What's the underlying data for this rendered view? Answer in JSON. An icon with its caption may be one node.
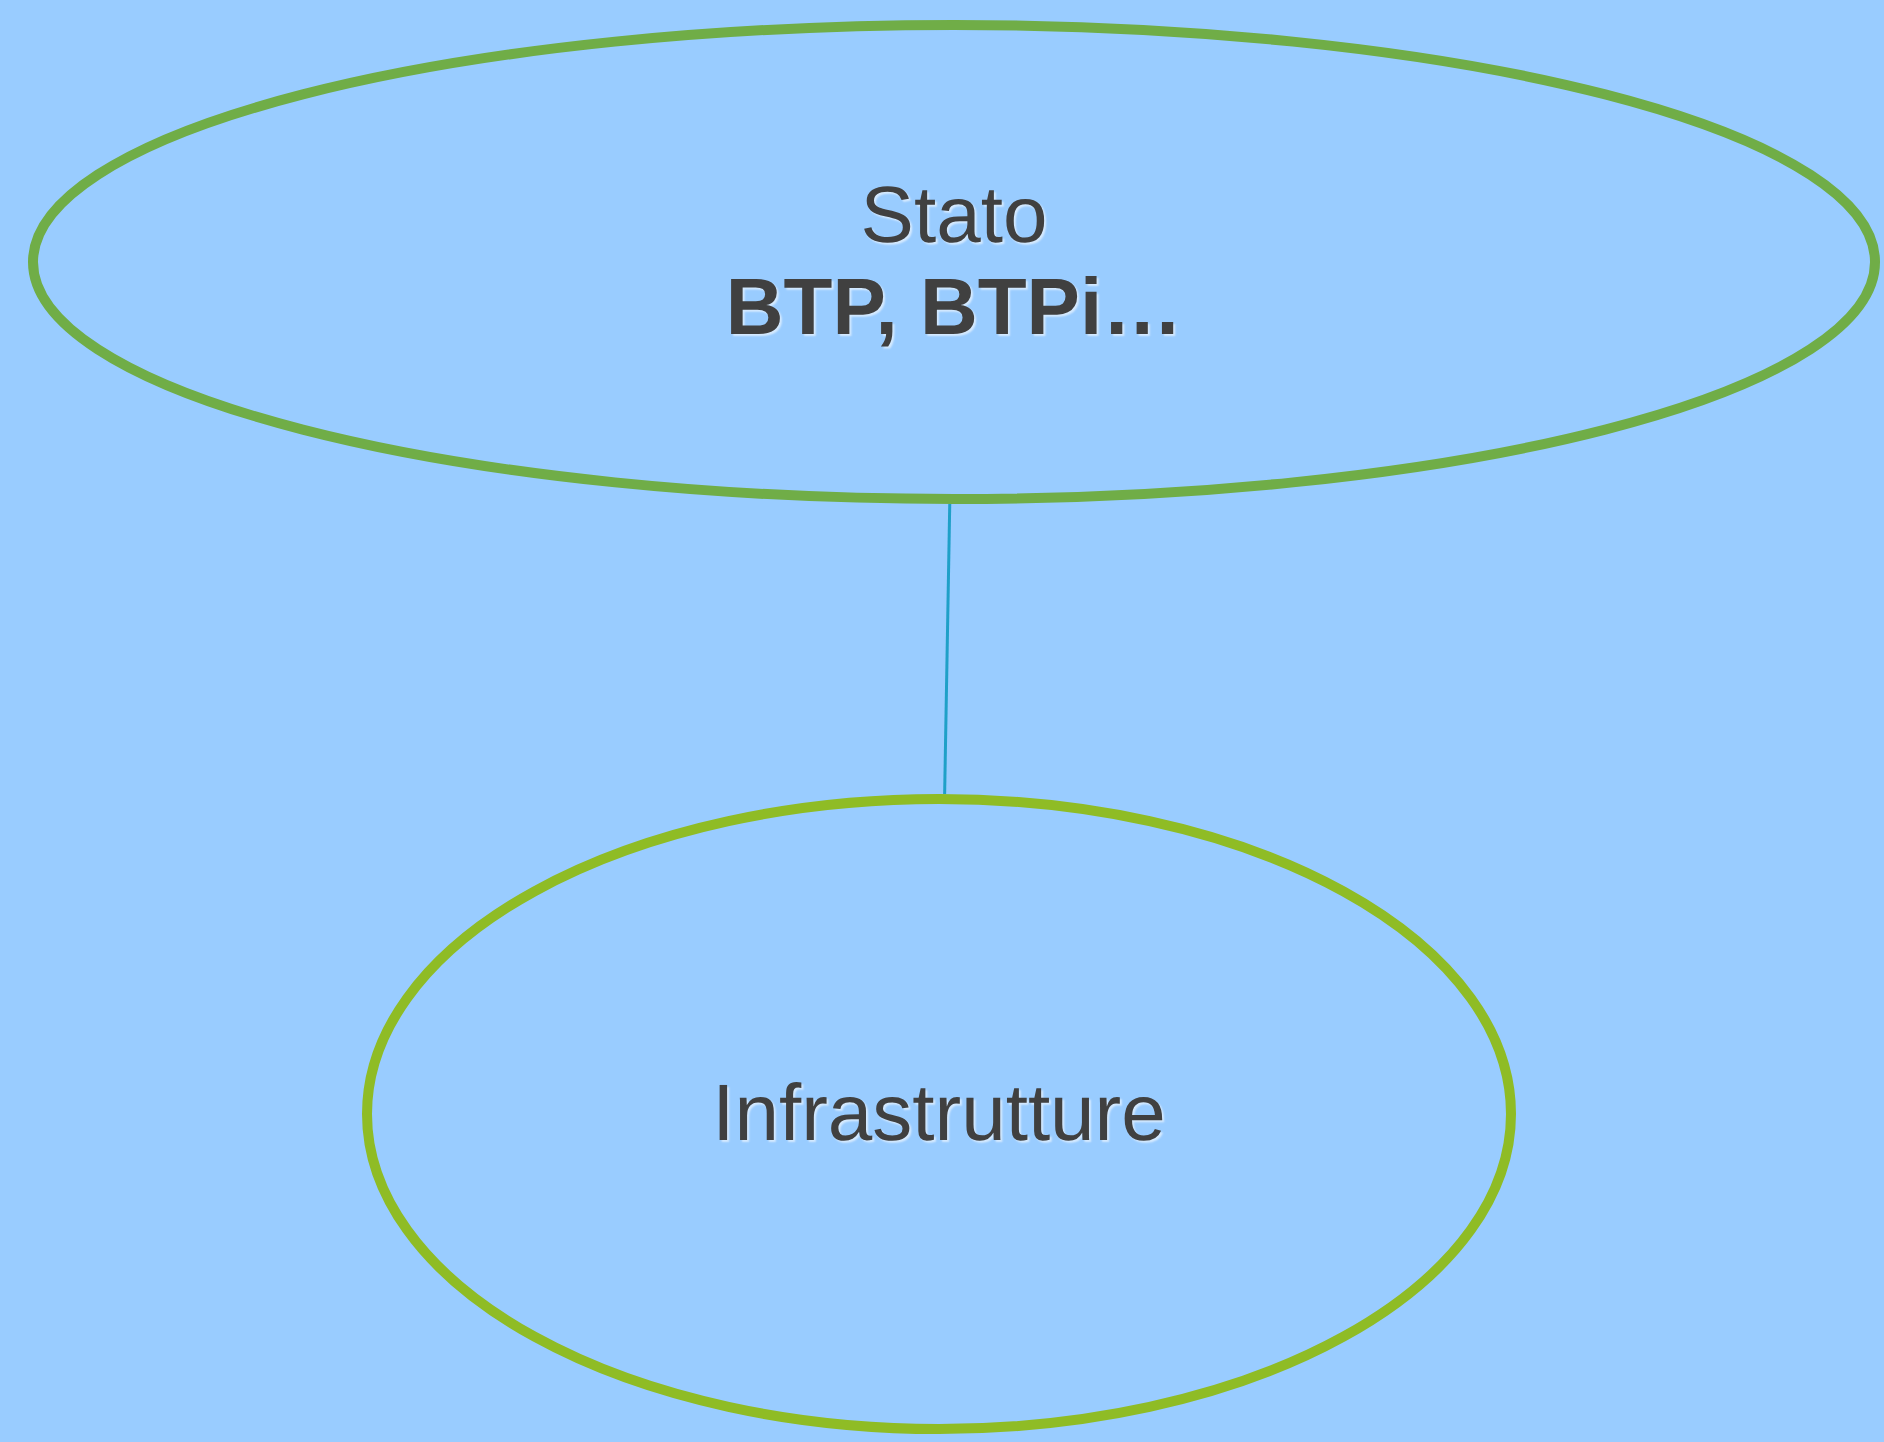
{
  "diagram": {
    "nodes": [
      {
        "text": [
          "Stato",
          "BTP, BTPi…"
        ]
      },
      {
        "text": [
          "Infrastrutture"
        ]
      }
    ],
    "edges": [
      {
        "from": 0,
        "to": 1,
        "arrow": "none"
      }
    ]
  }
}
